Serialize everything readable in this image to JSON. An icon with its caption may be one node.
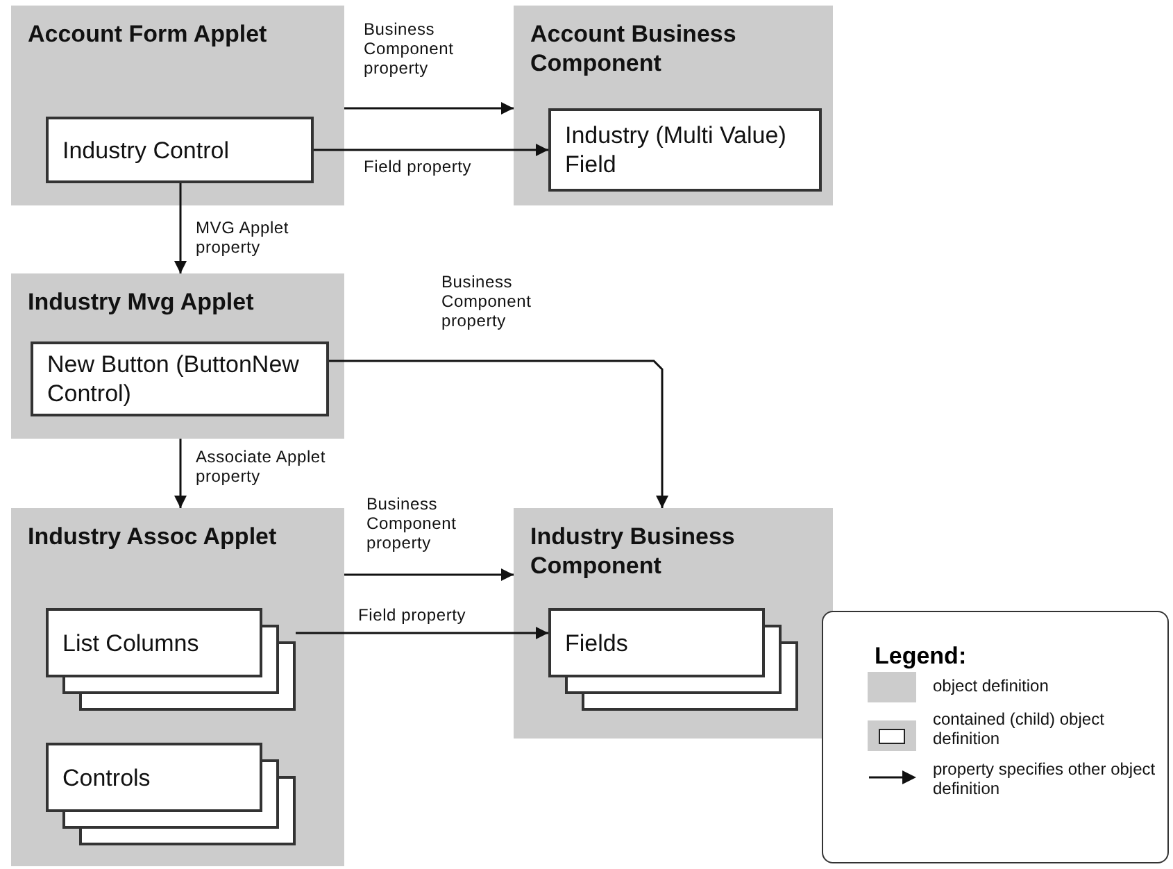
{
  "diagram": {
    "nodes": [
      {
        "text": [
          "Account Form Applet"
        ]
      },
      {
        "text": [
          "Industry Control"
        ],
        "in": 0
      },
      {
        "text": [
          "Account Business Component"
        ]
      },
      {
        "text": [
          "Industry (Multi Value) Field"
        ],
        "in": 2
      },
      {
        "text": [
          "Industry Mvg Applet"
        ]
      },
      {
        "text": [
          "New Button (ButtonNew Control)"
        ],
        "in": 4
      },
      {
        "text": [
          "Industry Assoc Applet"
        ]
      },
      {
        "text": [
          "List Columns"
        ],
        "in": 6
      },
      {
        "text": [
          "Controls"
        ],
        "in": 6
      },
      {
        "text": [
          "Industry Business Component"
        ]
      },
      {
        "text": [
          "Fields"
        ],
        "in": 9
      }
    ],
    "edges": [
      {
        "from": 0,
        "to": 2,
        "arrow": "to",
        "label": "Business Component property"
      },
      {
        "from": 1,
        "to": 3,
        "arrow": "to",
        "label": "Field property"
      },
      {
        "from": 1,
        "to": 4,
        "arrow": "to",
        "label": "MVG Applet property"
      },
      {
        "from": 5,
        "to": 9,
        "arrow": "to",
        "label": "Business Component property"
      },
      {
        "from": 4,
        "to": 6,
        "arrow": "to",
        "label": "Associate Applet property"
      },
      {
        "from": 6,
        "to": 9,
        "arrow": "to",
        "label": "Business Component property"
      },
      {
        "from": 7,
        "to": 10,
        "arrow": "to",
        "label": "Field property"
      }
    ],
    "labels": [
      "Legend:"
    ],
    "legend": [
      {
        "text": "object definition",
        "color": "#cccccc"
      },
      {
        "text": "contained (child) object definition"
      },
      {
        "text": "property specifies other object definition"
      }
    ]
  }
}
